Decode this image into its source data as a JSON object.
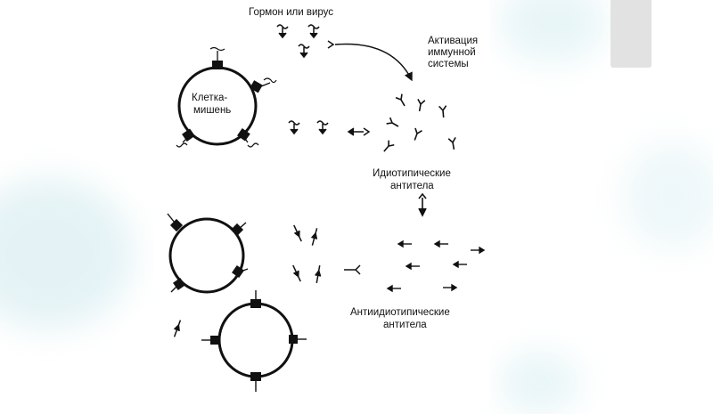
{
  "labels": {
    "hormone_or_virus": "Гормон или вирус",
    "immune_activation_1": "Активация",
    "immune_activation_2": "иммунной",
    "immune_activation_3": "системы",
    "target_cell_1": "Клетка-",
    "target_cell_2": "мишень",
    "idiotypic_1": "Идиотипические",
    "idiotypic_2": "антитела",
    "anti_idiotypic_1": "Антиидиотипические",
    "anti_idiotypic_2": "антитела"
  },
  "colors": {
    "ink": "#111111",
    "background": "#ffffff",
    "decor_blob": "#cfe9ee",
    "side_tab": "#e2e2e2"
  }
}
